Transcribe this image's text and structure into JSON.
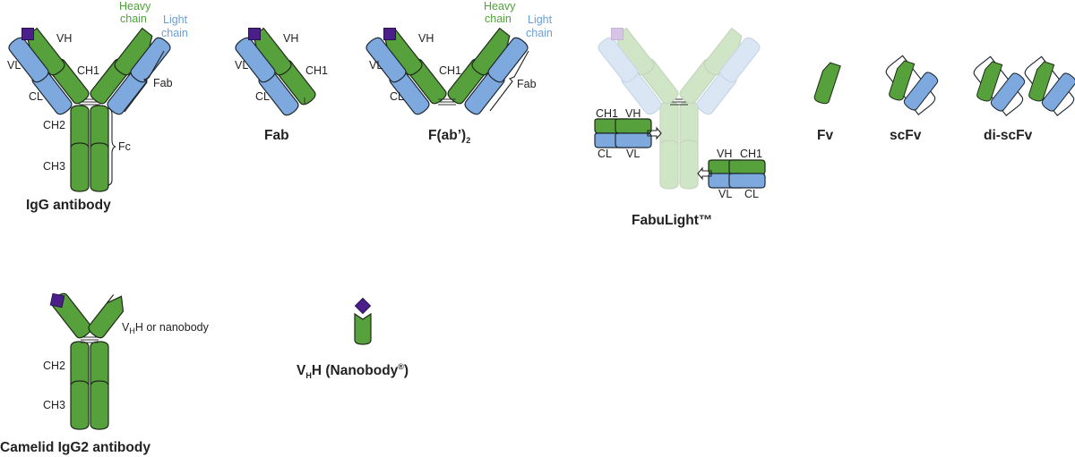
{
  "labels": {
    "vh": "VH",
    "vl": "VL",
    "ch1": "CH1",
    "cl": "CL",
    "ch2": "CH2",
    "ch3": "CH3",
    "fc": "Fc",
    "fab": "Fab",
    "heavy_chain_line1": "Heavy",
    "heavy_chain_line2": "chain",
    "light_chain_line1": "Light",
    "light_chain_line2": "chain",
    "vhh_prefix": "V",
    "vhh_sub": "H",
    "vhh_suffix": "H or nanobody"
  },
  "titles": {
    "igg": "IgG antibody",
    "fab": "Fab",
    "fab2_main": "F(ab’)",
    "fab2_sub": "2",
    "fabulight": "FabuLight™",
    "fv": "Fv",
    "scfv": "scFv",
    "discfv": "di-scFv",
    "camelid": "Camelid IgG2 antibody",
    "nanobody_prefix": "V",
    "nanobody_sub": "H",
    "nanobody_suffix": "H (Nanobody",
    "nanobody_reg": "®",
    "nanobody_close": ")"
  },
  "colors": {
    "heavy_chain": "#56a13b",
    "light_chain": "#7ea9de",
    "antigen": "#4a1f8a"
  }
}
